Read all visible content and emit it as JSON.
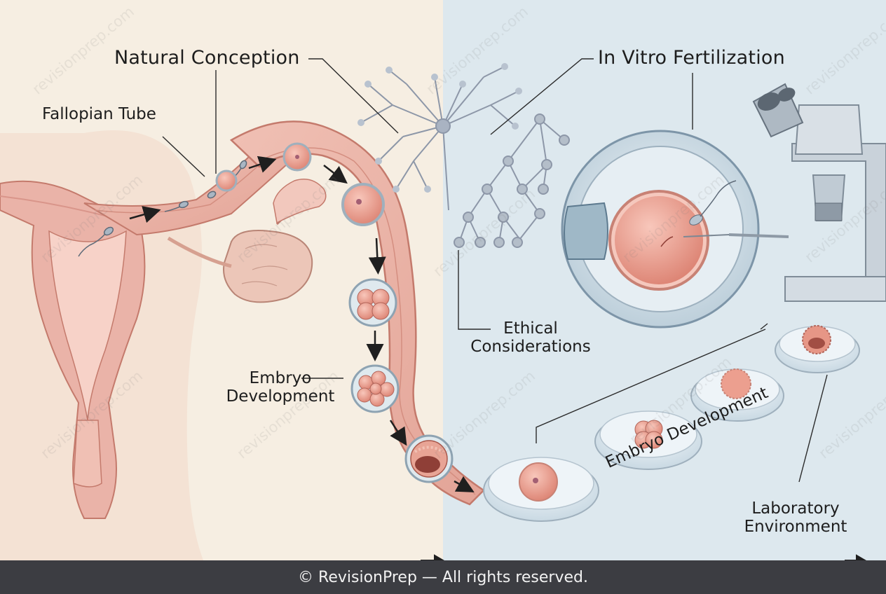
{
  "labels": {
    "natural_conception": "Natural Conception",
    "fallopian_tube": "Fallopian Tube",
    "embryo_development_left": "Embryo\nDevelopment",
    "in_vitro_fertilization": "In Vitro Fertilization",
    "ethical_considerations": "Ethical\nConsiderations",
    "embryo_development_right": "Embryo Development",
    "laboratory_environment": "Laboratory\nEnvironment"
  },
  "watermark": "revisionprep.com",
  "footer": {
    "text": "© RevisionPrep — All rights reserved."
  },
  "colors": {
    "left_background": "#f6eee2",
    "right_background": "#dde8ee",
    "tissue_pink": "#eab3a8",
    "tissue_dark": "#c47a6c",
    "cell_pink": "#eea394",
    "footer_bar": "#3c3d42"
  }
}
